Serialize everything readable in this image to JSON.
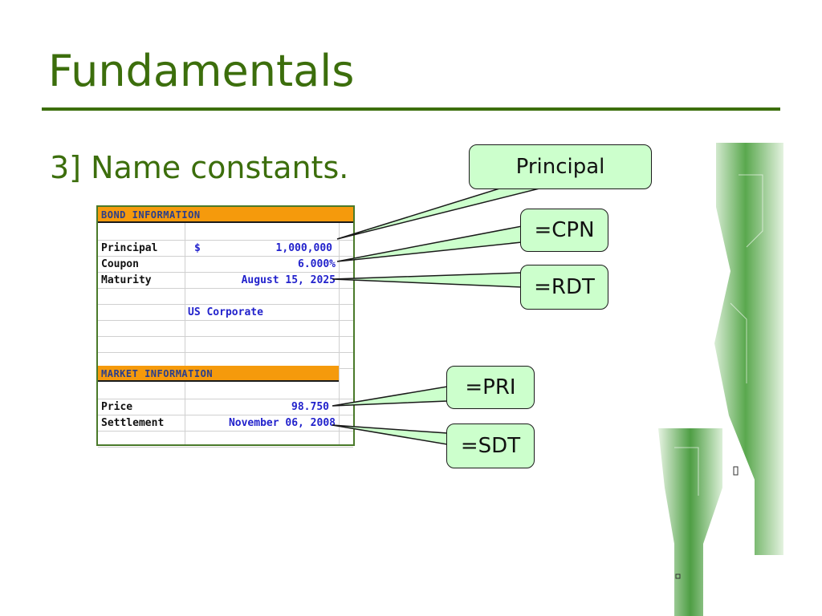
{
  "slide": {
    "title": "Fundamentals",
    "subtitle": "3] Name constants."
  },
  "bond_table": {
    "header": "BOND INFORMATION",
    "rows": [
      {
        "label": "Principal",
        "prefix": "$",
        "value": "1,000,000"
      },
      {
        "label": "Coupon",
        "prefix": "",
        "value": "6.000%"
      },
      {
        "label": "Maturity",
        "prefix": "",
        "value": "August 15, 2025"
      }
    ],
    "type_value": "US Corporate"
  },
  "market_table": {
    "header": "MARKET INFORMATION",
    "rows": [
      {
        "label": "Price",
        "value": "98.750"
      },
      {
        "label": "Settlement",
        "value": "November 06, 2008"
      }
    ]
  },
  "callouts": {
    "principal": "Principal",
    "cpn": "=CPN",
    "rdt": "=RDT",
    "pri": "=PRI",
    "sdt": "=SDT"
  },
  "colors": {
    "title": "#3c6e0c",
    "header_fill": "#f59a0c",
    "callout_fill": "#ccffcc",
    "value_text": "#2222cc"
  }
}
